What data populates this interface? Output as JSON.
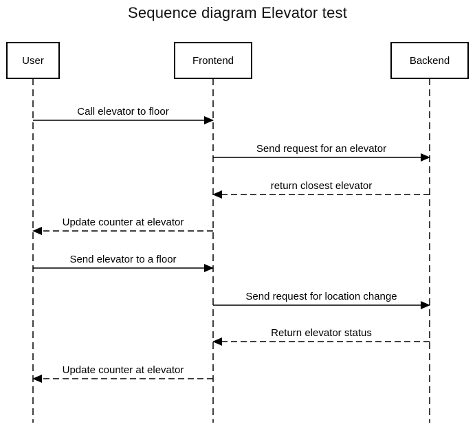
{
  "title": "Sequence diagram Elevator test",
  "participants": [
    {
      "id": "user",
      "label": "User"
    },
    {
      "id": "frontend",
      "label": "Frontend"
    },
    {
      "id": "backend",
      "label": "Backend"
    }
  ],
  "messages": [
    {
      "from": "user",
      "to": "frontend",
      "label": "Call elevator to floor",
      "style": "solid"
    },
    {
      "from": "frontend",
      "to": "backend",
      "label": "Send request for an elevator",
      "style": "solid"
    },
    {
      "from": "backend",
      "to": "frontend",
      "label": "return closest elevator",
      "style": "dashed"
    },
    {
      "from": "frontend",
      "to": "user",
      "label": "Update counter at elevator",
      "style": "dashed"
    },
    {
      "from": "user",
      "to": "frontend",
      "label": "Send elevator to a floor",
      "style": "solid"
    },
    {
      "from": "frontend",
      "to": "backend",
      "label": "Send request for location change",
      "style": "solid"
    },
    {
      "from": "backend",
      "to": "frontend",
      "label": "Return elevator status",
      "style": "dashed"
    },
    {
      "from": "frontend",
      "to": "user",
      "label": "Update counter at elevator",
      "style": "dashed"
    }
  ]
}
